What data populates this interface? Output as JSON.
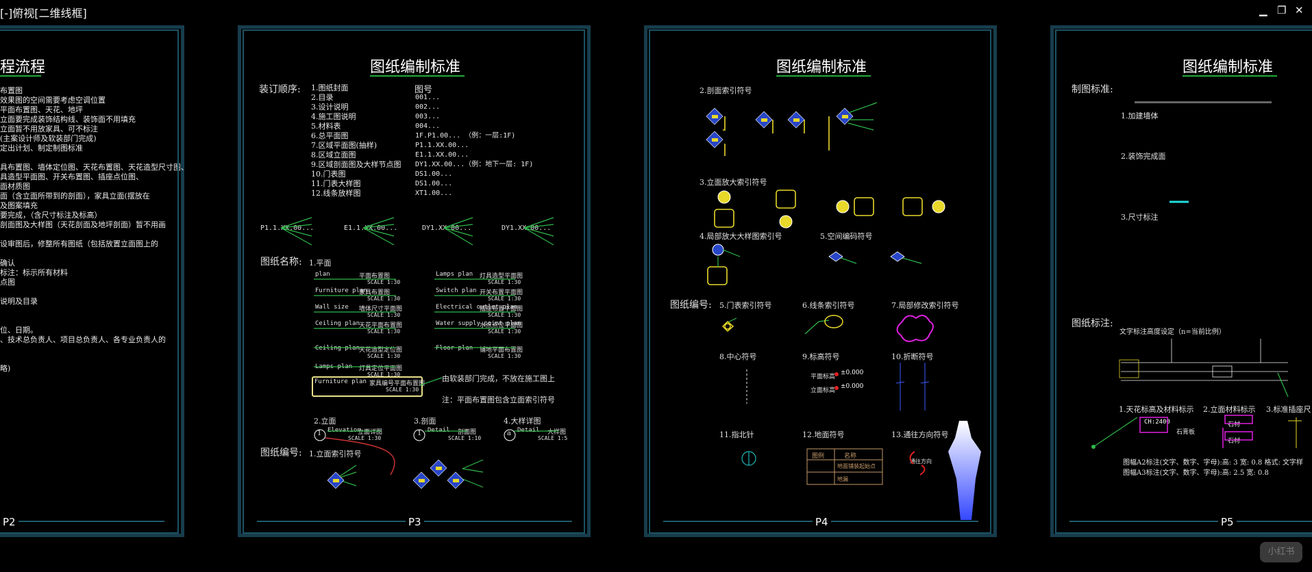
{
  "viewport": {
    "label": "[-]俯视[二维线框]"
  },
  "window_controls": {
    "minimize": "▁",
    "restore": "❐",
    "close": "✕"
  },
  "page_numbers": [
    "P2",
    "P3",
    "P4",
    "P5"
  ],
  "p2": {
    "title": "程流程",
    "lines": [
      "布置图",
      "效果图的空间需要考虑空调位置",
      "平面布置图、天花、地坪",
      "立面要完成装饰结构线、装饰面不用填充",
      "立面暂不用放家具、可不标注",
      "(主案设计师及软装部门完成)",
      "定出计划、制定制图标准",
      "",
      "具布置图、墙体定位图、天花布置图、天花造型尺寸图、",
      "具造型平面图、开关布置图、插座点位图、",
      "面材质图",
      "面（含立面所带到的剖面），家具立面(摆放在",
      "及图案填充",
      "要完成，（含尺寸标注及标高）",
      "剖面图及大样图（天花剖面及地坪剖面）暂不用画",
      "",
      "设审图后，修整所有图纸（包括放置立面图上的",
      "",
      "确认",
      "标注：标示所有材料",
      "点图",
      "",
      "说明及目录",
      "",
      "",
      "位、日期。",
      "、技术总负责人、项目总负责人、各专业负责人的",
      "",
      "",
      "略)"
    ]
  },
  "p3": {
    "title": "图纸编制标准",
    "order_label": "装订顺序:",
    "order_items": [
      "1.图纸封面",
      "2.目录",
      "3.设计说明",
      "4.施工图说明",
      "5.材料表",
      "6.总平面图",
      "7.区域平面图(抽样)",
      "8.区域立面图",
      "9.区域剖面图及大样节点图",
      "10.门表图",
      "11.门表大样图",
      "12.线条放样图"
    ],
    "code_label": "图号",
    "codes": [
      "001...",
      "002...",
      "003...",
      "004...",
      "1F.P1.00... （例：一层:1F)",
      "P1.1.XX.00...",
      "E1.1.XX.00...",
      "DY1.XX.00...（例：地下一层: 1F)",
      "DS1.00...",
      "DS1.00...",
      "XT1.00..."
    ],
    "code_samples": [
      "P1.1.XX.00...",
      "E1.1.XX.00...",
      "DY1.XX.00...",
      "DY1.XX.00..."
    ],
    "name_label": "图纸名称:",
    "name_sub": "1.平面",
    "plans_left": [
      {
        "en": "plan",
        "cn": "平面布置图",
        "scale": "SCALE  1:30"
      },
      {
        "en": "Furniture plan",
        "cn": "家具布置图",
        "scale": "SCALE  1:30"
      },
      {
        "en": "Wall size",
        "cn": "墙体尺寸平面图",
        "scale": "SCALE  1:30"
      },
      {
        "en": "Ceiling plan",
        "cn": "天花平面布置图",
        "scale": "SCALE  1:30"
      },
      {
        "en": "Ceiling plan",
        "cn": "天花造型定位图",
        "scale": "SCALE  1:30"
      },
      {
        "en": "Lamps plan",
        "cn": "灯具定位平面图",
        "scale": "SCALE  1:30"
      }
    ],
    "plans_right": [
      {
        "en": "Lamps plan",
        "cn": "灯具造型平面图",
        "scale": "SCALE  1:30"
      },
      {
        "en": "Switch plan",
        "cn": "开关布置平面图",
        "scale": "SCALE  1:30"
      },
      {
        "en": "Electrical outlet plan",
        "cn": "插座布置平面图",
        "scale": "SCALE  1:30"
      },
      {
        "en": "Water supply point plan",
        "cn": "水点点位平面图",
        "scale": "SCALE  1:30"
      },
      {
        "en": "Floor plan",
        "cn": "铺地平面布置图",
        "scale": "SCALE  1:30"
      }
    ],
    "highlight_plan": {
      "en": "Furniture plan",
      "cn": "家具编号平面布置图",
      "scale": "SCALE  1:30"
    },
    "note_softdeco": "由软装部门完成，不放在施工图上",
    "note_plan": "注：平面布置图包含立面索引符号",
    "sections": [
      {
        "title": "2.立面",
        "en": "Elevation",
        "cn": "立面详图",
        "scale": "SCALE  1:30",
        "mark": "1"
      },
      {
        "title": "3.剖面",
        "en": "Detail",
        "cn": "剖面图",
        "scale": "SCALE  1:10",
        "mark": "1"
      },
      {
        "title": "4.大样详图",
        "en": "Detail",
        "cn": "大样图",
        "scale": "SCALE  1:5",
        "mark": "a"
      }
    ],
    "number_label": "图纸编号:",
    "number_sub": "1.立面索引符号"
  },
  "p4": {
    "title": "图纸编制标准",
    "sec2": "2.剖面索引符号",
    "sec3": "3.立面放大索引符号",
    "sec4": "4.局部放大大样图索引号",
    "sec5": "5.空间编码符号",
    "number_label": "图纸编号:",
    "row1": [
      "5.门表索引符号",
      "6.线条索引符号",
      "7.局部修改索引符号"
    ],
    "row2": [
      "8.中心符号",
      "9.标高符号",
      "10.折断符号"
    ],
    "row3": [
      "11.指北针",
      "12.地面符号",
      "13.通往方向符号"
    ],
    "elev_values": [
      "±0.000",
      "±0.000"
    ],
    "elev_labels": [
      "平面标高",
      "立面标高"
    ],
    "ground_table": {
      "headers": [
        "图例",
        "名称"
      ],
      "rows": [
        "地面铺装起始点",
        "地漏"
      ]
    },
    "direction_label": "通往方向"
  },
  "p5": {
    "title": "图纸编制标准",
    "std_label": "制图标准:",
    "items": [
      "1.加建墙体",
      "2.装饰完成面",
      "3.尺寸标注"
    ],
    "annot_label": "图纸标注:",
    "annot_sub": "文字标注高度设定（n=当前比例）",
    "bottom_items": [
      "1.天花标高及材料标示",
      "2.立面材料标示",
      "3.标准插座尺"
    ],
    "ch_value": "CH:2400",
    "material_labels": [
      "石膏板",
      "石材",
      "石材"
    ],
    "notes": [
      "图幅A2标注(文字、数字、字母):高: 3  宽: 0.8 格式: 文字样",
      "图幅A3标注(文字、数字、字母):高: 2.5 宽: 0.8"
    ]
  },
  "watermark": "小红书"
}
